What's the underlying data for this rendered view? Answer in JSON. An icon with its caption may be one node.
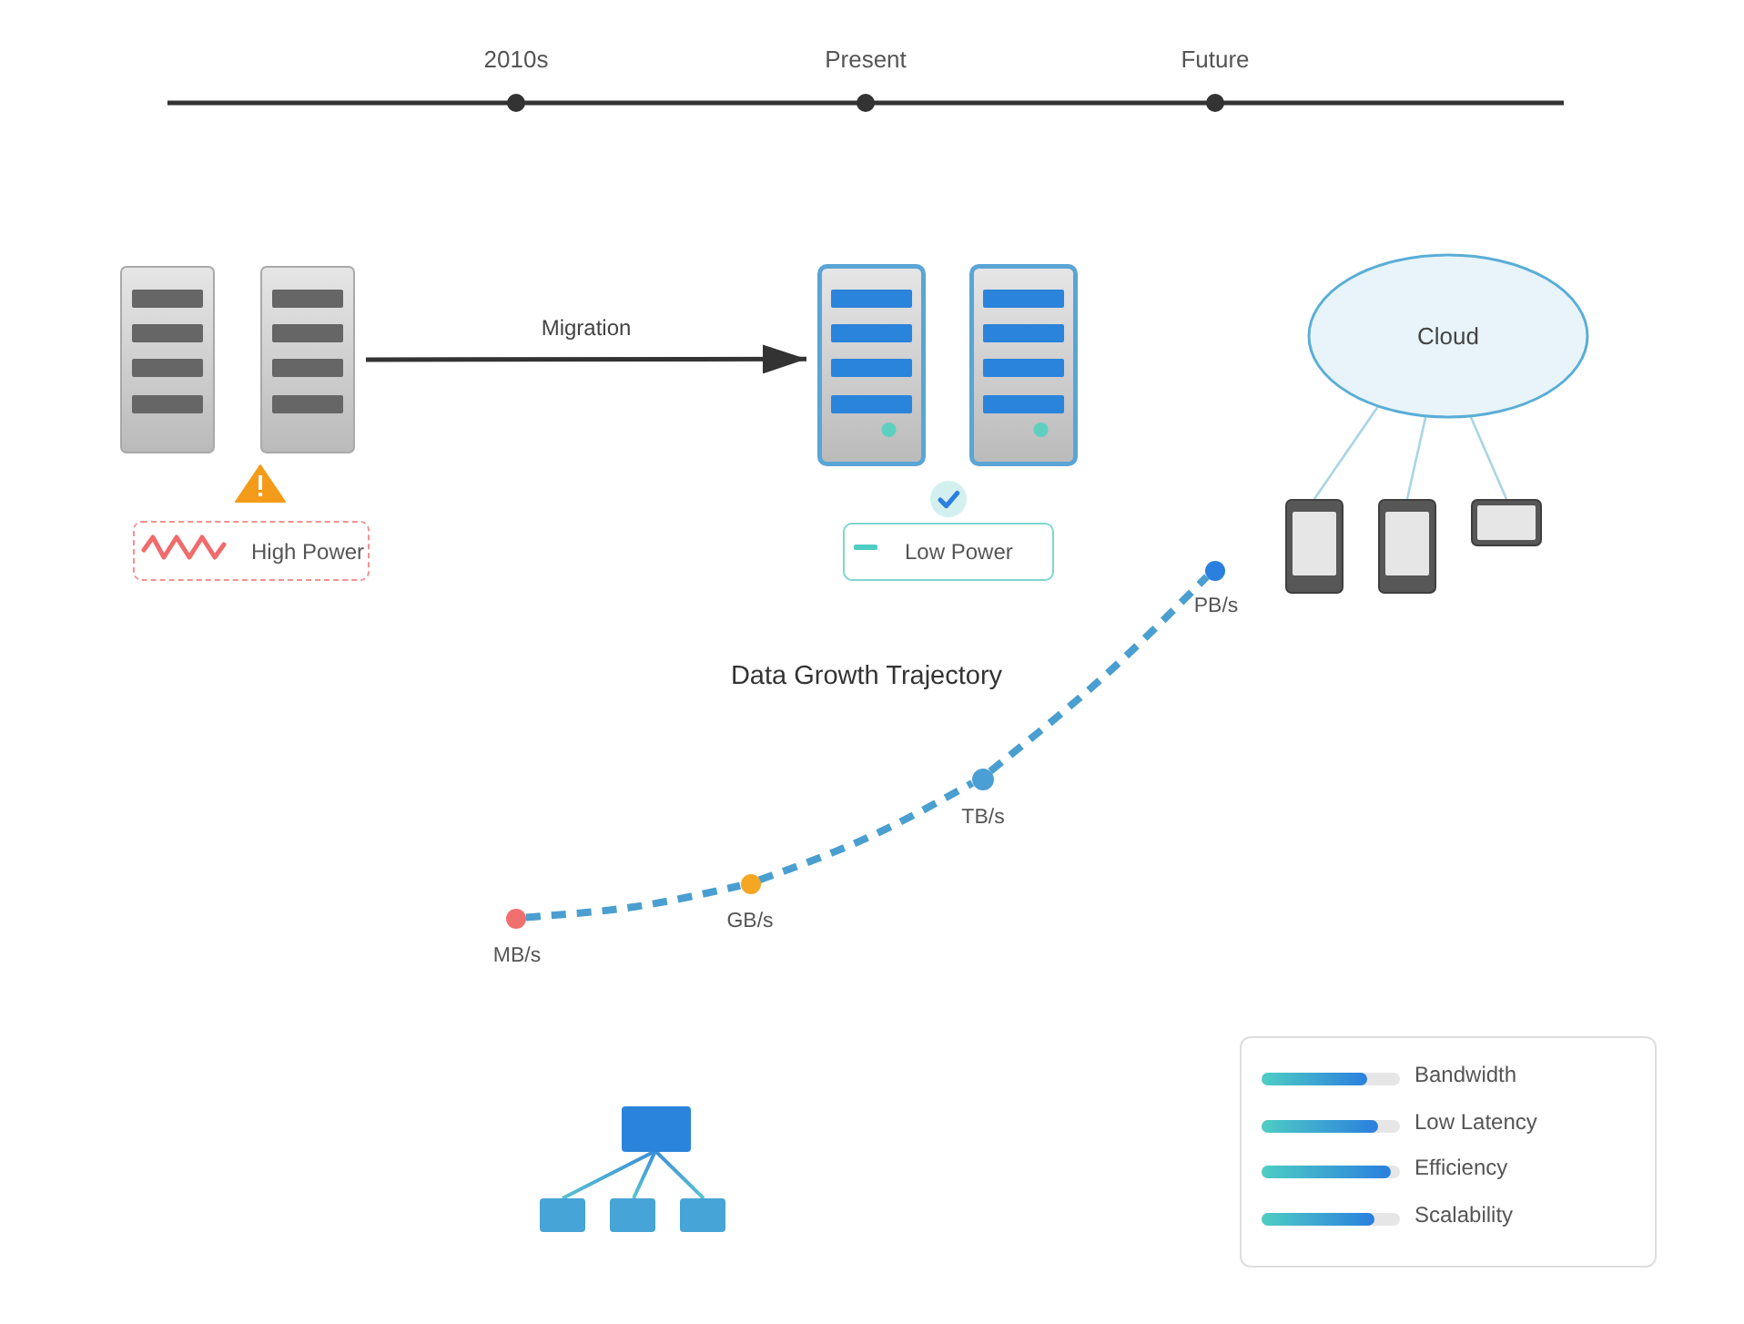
{
  "diagram": {
    "nodes": [
      {
        "text": [],
        "shape": "server"
      },
      {
        "text": [],
        "shape": "server"
      },
      {
        "text": [
          "Cloud"
        ]
      },
      {
        "text": [
          "High Power"
        ]
      },
      {
        "text": [
          "Low Power"
        ]
      },
      {
        "text": [],
        "shape": "phone"
      },
      {
        "text": [],
        "shape": "phone"
      },
      {
        "text": [],
        "shape": "tablet"
      },
      {
        "text": [],
        "shape": "circle",
        "beside": [
          "MB/s"
        ]
      },
      {
        "text": [],
        "shape": "circle",
        "beside": [
          "GB/s"
        ]
      },
      {
        "text": [],
        "shape": "circle",
        "beside": [
          "TB/s"
        ]
      },
      {
        "text": [],
        "shape": "circle",
        "beside": [
          "PB/s"
        ]
      },
      {
        "text": [
          "Bandwidth",
          "Low Latency",
          "Efficiency",
          "Scalability"
        ]
      }
    ],
    "edges": [
      {
        "from": 0,
        "to": 1,
        "arrow": "to",
        "label": "Migration",
        "color": "#333333"
      },
      {
        "from": 2,
        "to": 5,
        "arrow": "none",
        "color": "#a8d5e5"
      },
      {
        "from": 2,
        "to": 6,
        "arrow": "none",
        "color": "#a8d5e5"
      },
      {
        "from": 2,
        "to": 7,
        "arrow": "none",
        "color": "#a8d5e5"
      },
      {
        "from": 8,
        "to": 9,
        "arrow": "none",
        "style": "dashed",
        "color": "#4a9fd0"
      },
      {
        "from": 9,
        "to": 10,
        "arrow": "none",
        "style": "dashed",
        "color": "#4a9fd0"
      },
      {
        "from": 10,
        "to": 11,
        "arrow": "none",
        "style": "dashed",
        "color": "#4a9fd0"
      }
    ],
    "labels": [
      "2010s",
      "Present",
      "Future",
      "Data Growth Trajectory"
    ]
  }
}
